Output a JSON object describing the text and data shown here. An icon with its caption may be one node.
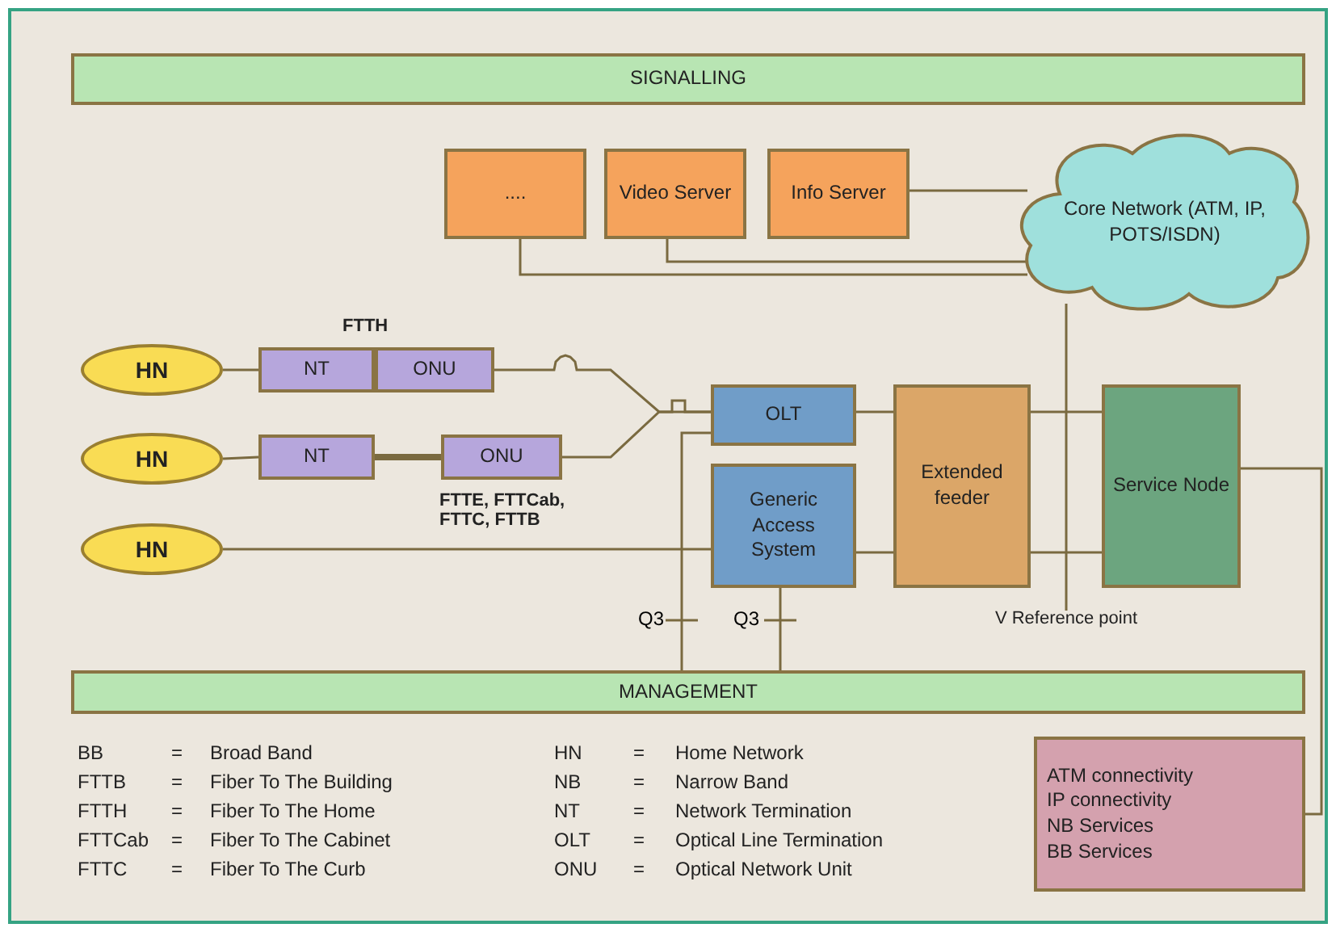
{
  "diagram": {
    "nodes": [
      {
        "text": [
          "SIGNALLING"
        ]
      },
      {
        "text": [
          "...."
        ]
      },
      {
        "text": [
          "Video Server"
        ]
      },
      {
        "text": [
          "Info Server"
        ]
      },
      {
        "text": [
          "Core Network (ATM, IP, POTS/ISDN)"
        ]
      },
      {
        "text": [
          "HN"
        ]
      },
      {
        "text": [
          "NT"
        ]
      },
      {
        "text": [
          "ONU"
        ]
      },
      {
        "text": [
          "HN"
        ]
      },
      {
        "text": [
          "NT"
        ]
      },
      {
        "text": [
          "ONU"
        ],
        "beside": [
          "FTTE, FTTCab, FTTC, FTTB"
        ]
      },
      {
        "text": [
          "OLT"
        ]
      },
      {
        "text": [
          "Extended feeder"
        ]
      },
      {
        "text": [
          "Service Node"
        ]
      },
      {
        "text": [
          "HN"
        ]
      },
      {
        "text": [
          "Generic Access System"
        ]
      },
      {
        "text": [
          "MANAGEMENT"
        ]
      },
      {
        "text": [
          "ATM connectivity",
          "IP connectivity",
          "NB Services",
          "BB Services"
        ]
      }
    ],
    "edges": [
      {
        "from": 5,
        "to": 6,
        "arrow": "none"
      },
      {
        "from": 7,
        "to": 11,
        "arrow": "none"
      },
      {
        "from": 8,
        "to": 9,
        "arrow": "none"
      },
      {
        "from": 9,
        "to": 10,
        "arrow": "none",
        "style": "thick"
      },
      {
        "from": 10,
        "to": 11,
        "arrow": "none"
      },
      {
        "from": 14,
        "to": 15,
        "arrow": "none"
      },
      {
        "from": 11,
        "to": 12,
        "arrow": "none"
      },
      {
        "from": 15,
        "to": 12,
        "arrow": "none"
      },
      {
        "from": 12,
        "to": 13,
        "arrow": "none"
      },
      {
        "from": 12,
        "to": 13,
        "arrow": "none"
      },
      {
        "from": 1,
        "to": 4,
        "arrow": "none"
      },
      {
        "from": 2,
        "to": 4,
        "arrow": "none"
      },
      {
        "from": 3,
        "to": 4,
        "arrow": "none"
      },
      {
        "from": 16,
        "to": 11,
        "arrow": "none",
        "label": "Q3"
      },
      {
        "from": 16,
        "to": 15,
        "arrow": "none",
        "label": "Q3"
      },
      {
        "from": 13,
        "to": 17,
        "arrow": "none"
      }
    ],
    "labels": [
      "FTTH",
      "V Reference point",
      "BB",
      "=",
      "Broad Band",
      "HN",
      "=",
      "Home Network",
      "FTTB",
      "=",
      "Fiber To The Building",
      "NB",
      "=",
      "Narrow Band",
      "FTTH",
      "=",
      "Fiber To The Home",
      "NT",
      "=",
      "Network Termination",
      "FTTCab",
      "=",
      "Fiber To The Cabinet",
      "OLT",
      "=",
      "Optical Line Termination",
      "FTTC",
      "=",
      "Fiber To The Curb",
      "ONU",
      "=",
      "Optical Network Unit"
    ]
  }
}
